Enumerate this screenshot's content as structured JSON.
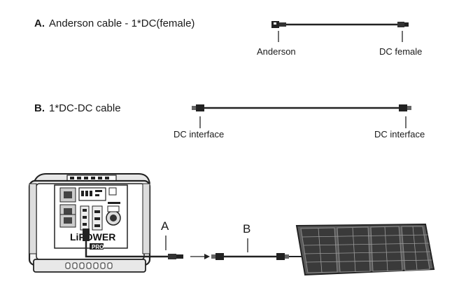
{
  "section_a": {
    "letter": "A.",
    "title": "Anderson cable - 1*DC(female)",
    "left_label": "Anderson",
    "right_label": "DC female"
  },
  "section_b": {
    "letter": "B.",
    "title": "1*DC-DC cable",
    "left_label": "DC interface",
    "right_label": "DC interface"
  },
  "diagram": {
    "brand": "LiPOWER",
    "model": "PRO",
    "callout_a": "A",
    "callout_b": "B"
  }
}
